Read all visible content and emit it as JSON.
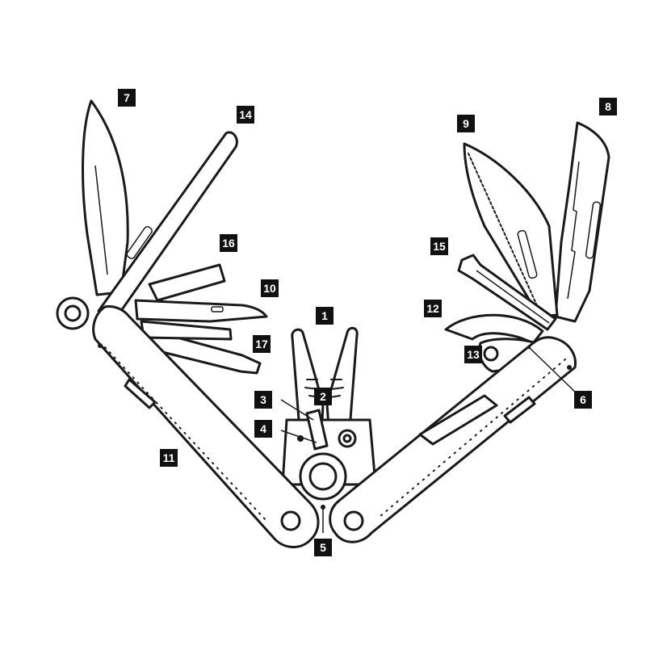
{
  "callouts": {
    "c1": "1",
    "c2": "2",
    "c3": "3",
    "c4": "4",
    "c5": "5",
    "c6": "6",
    "c7": "7",
    "c8": "8",
    "c9": "9",
    "c10": "10",
    "c11": "11",
    "c12": "12",
    "c13": "13",
    "c14": "14",
    "c15": "15",
    "c16": "16",
    "c17": "17"
  },
  "colors": {
    "ink": "#1a1a1a",
    "label_bg": "#111111",
    "label_text": "#ffffff",
    "background": "#ffffff"
  }
}
